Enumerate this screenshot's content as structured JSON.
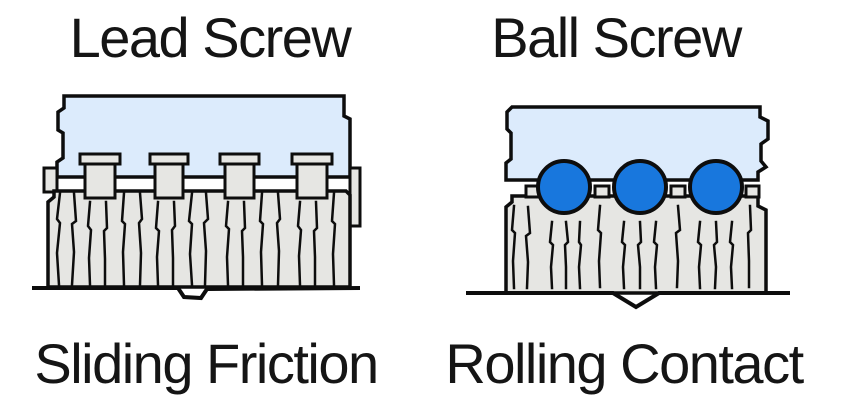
{
  "colors": {
    "background": "#ffffff",
    "outline": "#0d0d0d",
    "nut_fill": "#dcebfc",
    "screw_fill": "#e6e6e3",
    "ball_fill": "#1877dd",
    "text": "#151515"
  },
  "left_panel": {
    "title": "Lead Screw",
    "caption": "Sliding Friction"
  },
  "right_panel": {
    "title": "Ball Screw",
    "caption": "Rolling Contact",
    "ball_count": 3
  }
}
